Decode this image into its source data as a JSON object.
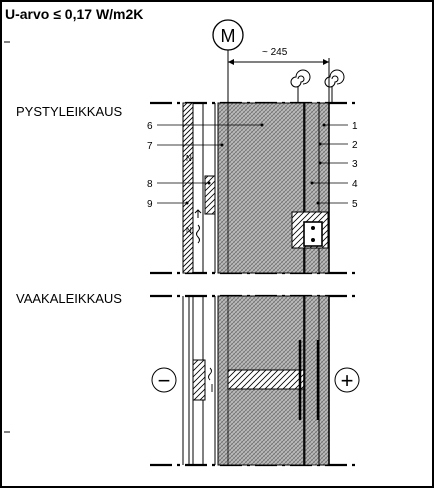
{
  "title": "U-arvo ≤ 0,17 W/m2K",
  "sections": {
    "vertical": "PYSTYLEIKKAUS",
    "horizontal": "VAAKALEIKKAUS"
  },
  "dimension": "~ 245",
  "marker": "M",
  "callouts": {
    "c1": "1",
    "c2": "2",
    "c3": "3",
    "c4": "4",
    "c5": "5",
    "c6": "6",
    "c7": "7",
    "c8": "8",
    "c9": "9"
  },
  "side_signs": {
    "minus": "−",
    "plus": "+"
  },
  "colors": {
    "frame": "#000000",
    "hatch": "#000000",
    "insulation_bg": "#bfbfbf",
    "board_bg": "#e6e6e6",
    "paper": "#ffffff"
  }
}
